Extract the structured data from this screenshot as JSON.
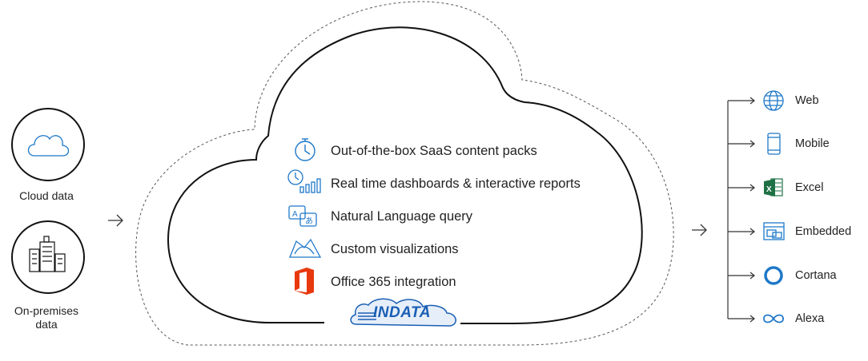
{
  "sources": [
    {
      "label": "Cloud data",
      "icon": "cloud-icon"
    },
    {
      "label": "On-premises\ndata",
      "icon": "buildings-icon"
    }
  ],
  "features": [
    {
      "label": "Out-of-the-box SaaS content packs",
      "icon": "stopwatch-icon"
    },
    {
      "label": "Real time dashboards & interactive reports",
      "icon": "clock-chart-icon"
    },
    {
      "label": "Natural Language query",
      "icon": "language-icon"
    },
    {
      "label": "Custom visualizations",
      "icon": "visualization-icon"
    },
    {
      "label": "Office 365 integration",
      "icon": "office-icon"
    }
  ],
  "logo": {
    "text": "INDATA"
  },
  "outputs": [
    {
      "label": "Web",
      "icon": "globe-icon"
    },
    {
      "label": "Mobile",
      "icon": "mobile-icon"
    },
    {
      "label": "Excel",
      "icon": "excel-icon"
    },
    {
      "label": "Embedded",
      "icon": "embedded-icon"
    },
    {
      "label": "Cortana",
      "icon": "cortana-icon"
    },
    {
      "label": "Alexa",
      "icon": "infinity-icon"
    }
  ],
  "colors": {
    "accent": "#1f78c8",
    "office": "#e8390e",
    "excel": "#1e7145",
    "logo": "#1a5fb4"
  }
}
